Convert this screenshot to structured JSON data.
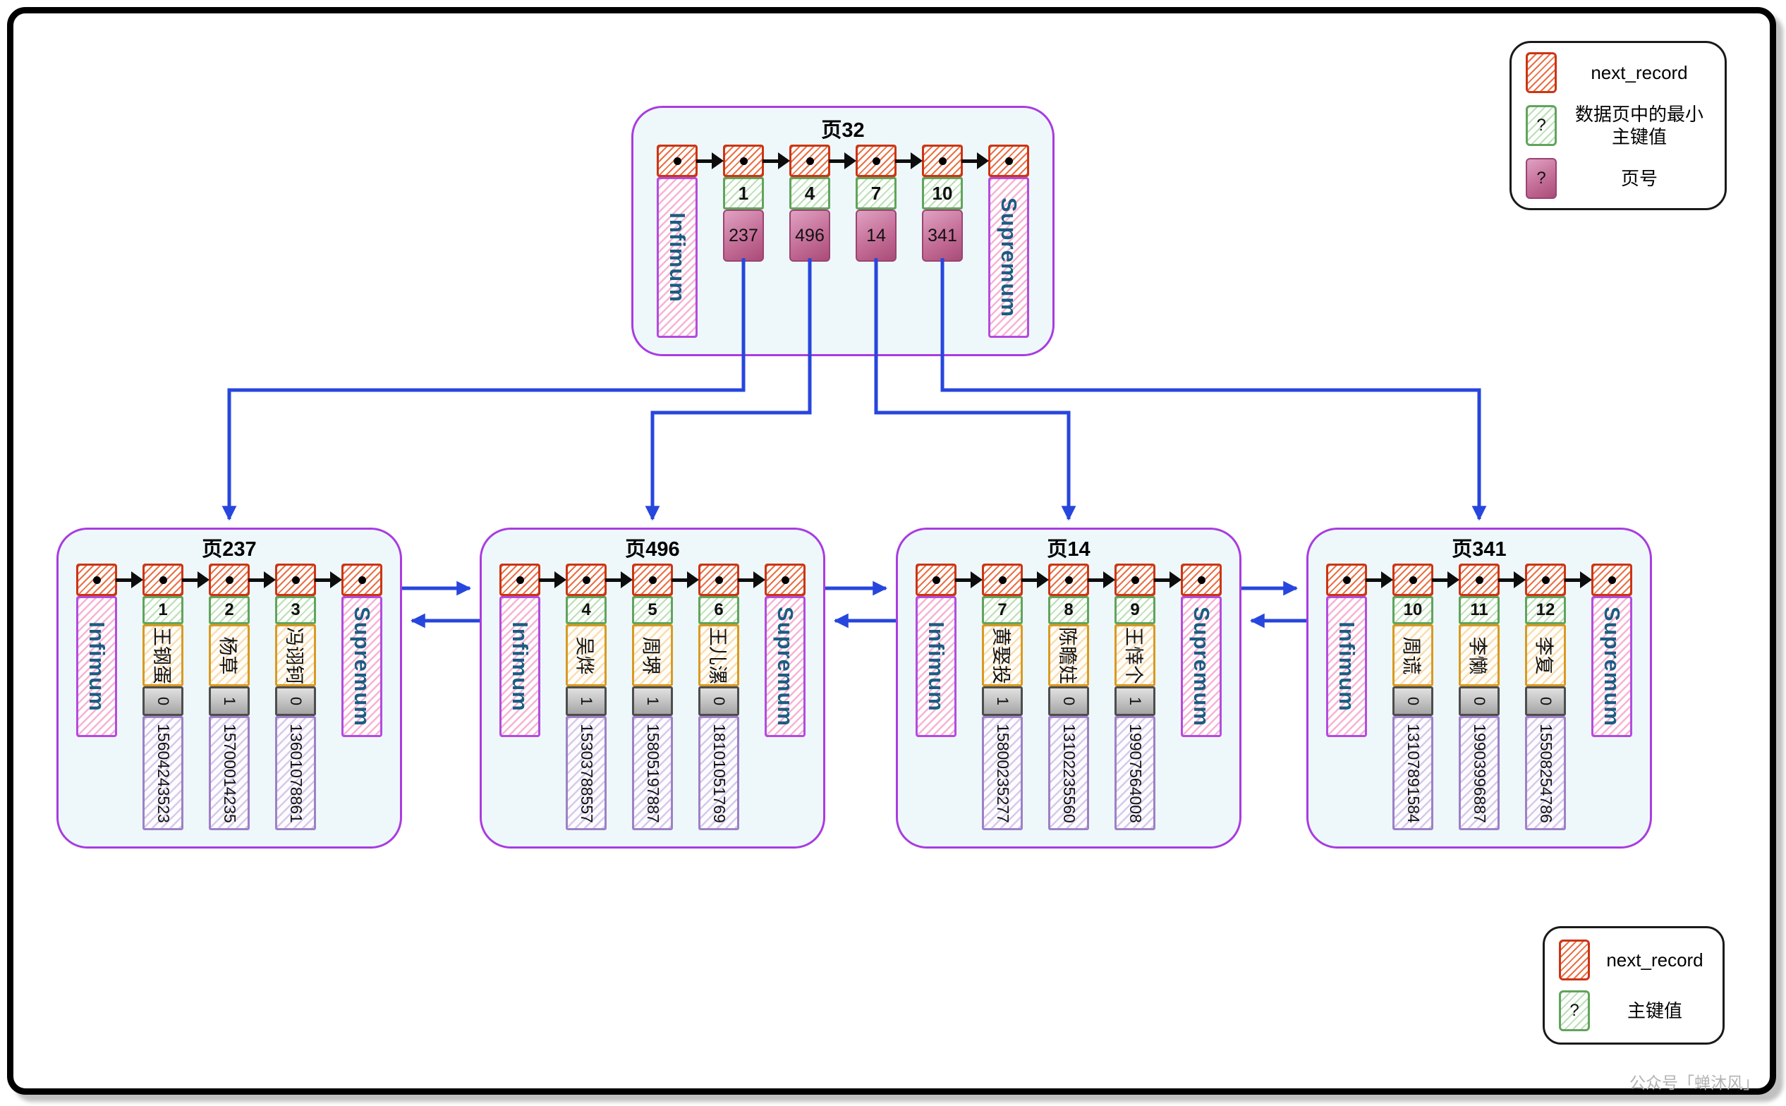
{
  "colors": {
    "blue": "#2746dd"
  },
  "index_page": {
    "title": "页32",
    "infimum": "Infimum",
    "supremum": "Supremum",
    "records": [
      {
        "key": "1",
        "page": "237"
      },
      {
        "key": "4",
        "page": "496"
      },
      {
        "key": "7",
        "page": "14"
      },
      {
        "key": "10",
        "page": "341"
      }
    ]
  },
  "leaf_pages": [
    {
      "title": "页237",
      "infimum": "Infimum",
      "supremum": "Supremum",
      "records": [
        {
          "key": "1",
          "name": "王钢蛋",
          "flag": "0",
          "phone": "15604243523"
        },
        {
          "key": "2",
          "name": "杨草",
          "flag": "1",
          "phone": "15700014235"
        },
        {
          "key": "3",
          "name": "冯诩钶",
          "flag": "0",
          "phone": "13601078861"
        }
      ]
    },
    {
      "title": "页496",
      "infimum": "Infimum",
      "supremum": "Supremum",
      "records": [
        {
          "key": "4",
          "name": "吴烨",
          "flag": "1",
          "phone": "15303788557"
        },
        {
          "key": "5",
          "name": "周堺",
          "flag": "1",
          "phone": "15805197887"
        },
        {
          "key": "6",
          "name": "王儿漯",
          "flag": "0",
          "phone": "18101051769"
        }
      ]
    },
    {
      "title": "页14",
      "infimum": "Infimum",
      "supremum": "Supremum",
      "records": [
        {
          "key": "7",
          "name": "黄娶投",
          "flag": "1",
          "phone": "15800235277"
        },
        {
          "key": "8",
          "name": "陈瞻妵",
          "flag": "0",
          "phone": "13102235560"
        },
        {
          "key": "9",
          "name": "王悻个",
          "flag": "1",
          "phone": "19907564008"
        }
      ]
    },
    {
      "title": "页341",
      "infimum": "Infimum",
      "supremum": "Supremum",
      "records": [
        {
          "key": "10",
          "name": "周谎",
          "flag": "0",
          "phone": "13107891584"
        },
        {
          "key": "11",
          "name": "李懒",
          "flag": "0",
          "phone": "19903996887"
        },
        {
          "key": "12",
          "name": "李复",
          "flag": "0",
          "phone": "15508254786"
        }
      ]
    }
  ],
  "legend_top": {
    "next_record": "next_record",
    "min_key": "数据页中的最小\n主键值",
    "page_no": "页号",
    "question": "?"
  },
  "legend_bottom": {
    "next_record": "next_record",
    "primary_key": "主键值",
    "question": "?"
  },
  "watermark": "公众号「蝉沐风」"
}
